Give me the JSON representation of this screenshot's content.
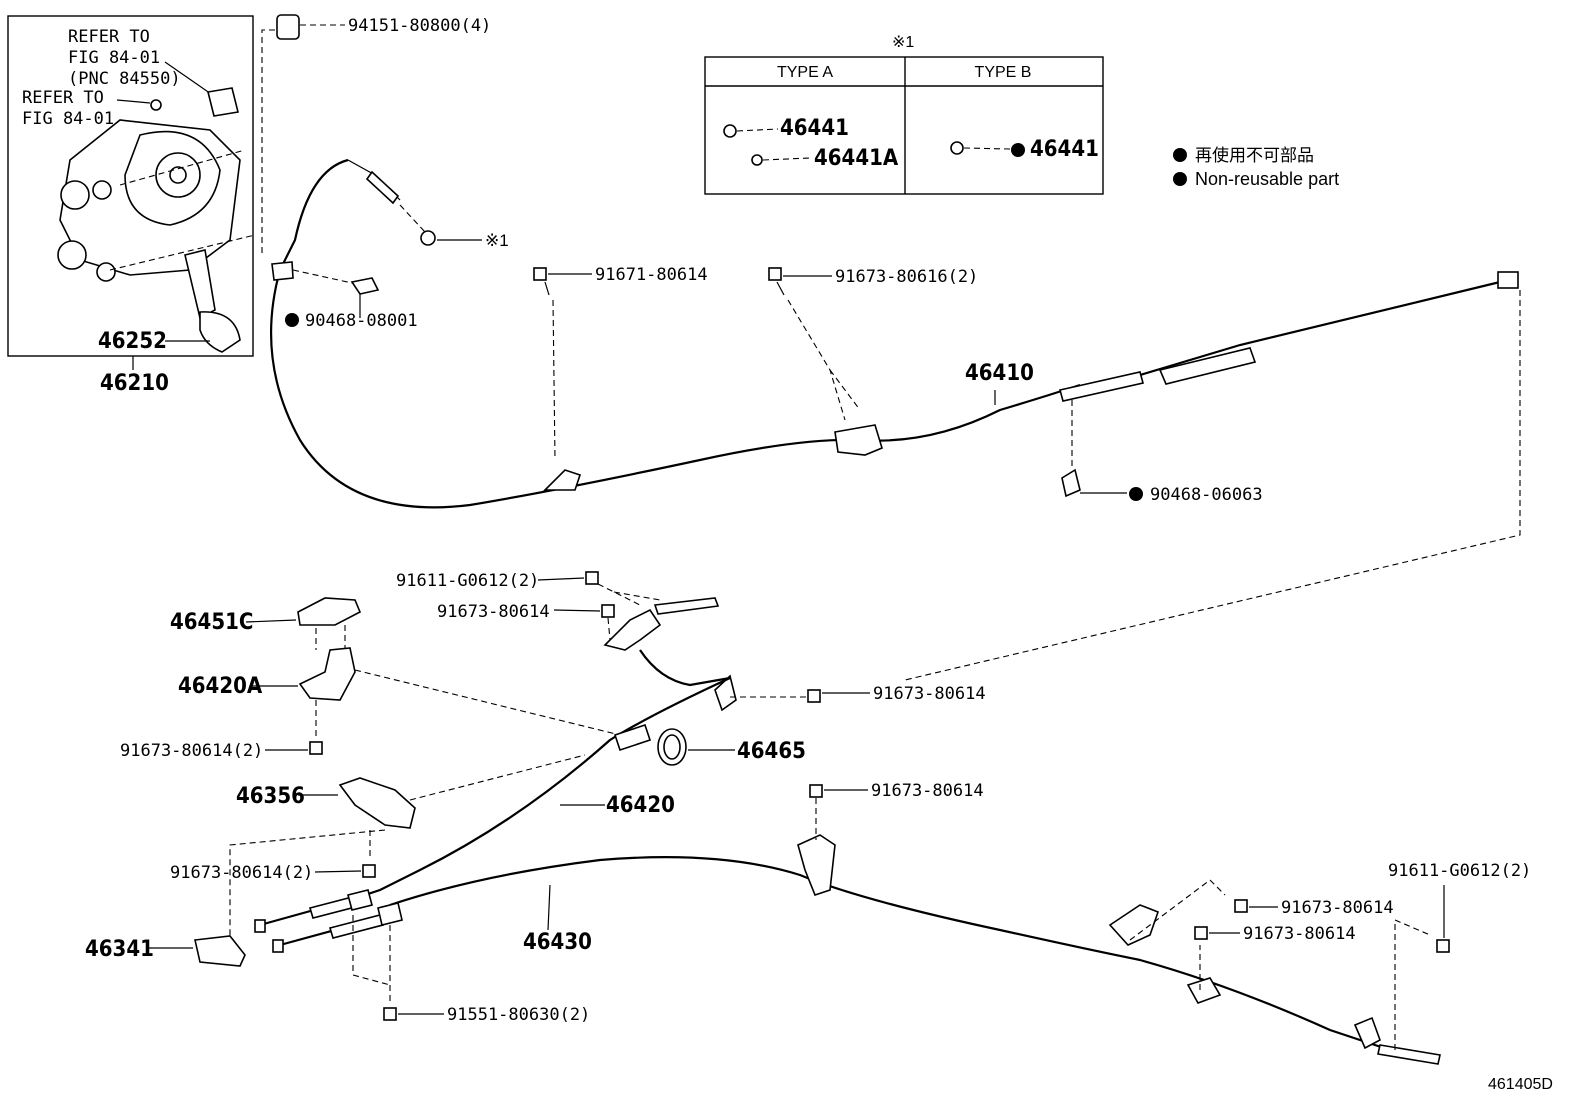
{
  "figure_code": "461405D",
  "inset": {
    "refer1": [
      "REFER TO",
      "FIG 84-01",
      "(PNC 84550)"
    ],
    "refer2": [
      "REFER TO",
      "FIG 84-01"
    ],
    "part_46252": "46252",
    "assy_46210": "46210"
  },
  "type_table": {
    "mark": "※1",
    "type_a_header": "TYPE A",
    "type_b_header": "TYPE B",
    "type_a_parts": [
      "46441",
      "46441A"
    ],
    "type_b_part": "46441"
  },
  "legend": {
    "jp": "再使用不可部品",
    "en": "Non-reusable part"
  },
  "callouts": {
    "p94151": "94151-80800(4)",
    "ref1": "※1",
    "p90468_08001": "90468-08001",
    "p91671": "91671-80614",
    "p91673_80616": "91673-80616(2)",
    "p46410": "46410",
    "p90468_06063": "90468-06063",
    "p91611_a": "91611-G0612(2)",
    "p91673_top": "91673-80614",
    "p46451C": "46451C",
    "p46420A": "46420A",
    "p91673_right1": "91673-80614",
    "p91673_left2": "91673-80614(2)",
    "p46465": "46465",
    "p46356": "46356",
    "p46420": "46420",
    "p91673_mid": "91673-80614",
    "p91673_left3": "91673-80614(2)",
    "p91611_b": "91611-G0612(2)",
    "p46430": "46430",
    "p91673_r2": "91673-80614",
    "p91673_r3": "91673-80614",
    "p46341": "46341",
    "p91551": "91551-80630(2)"
  }
}
